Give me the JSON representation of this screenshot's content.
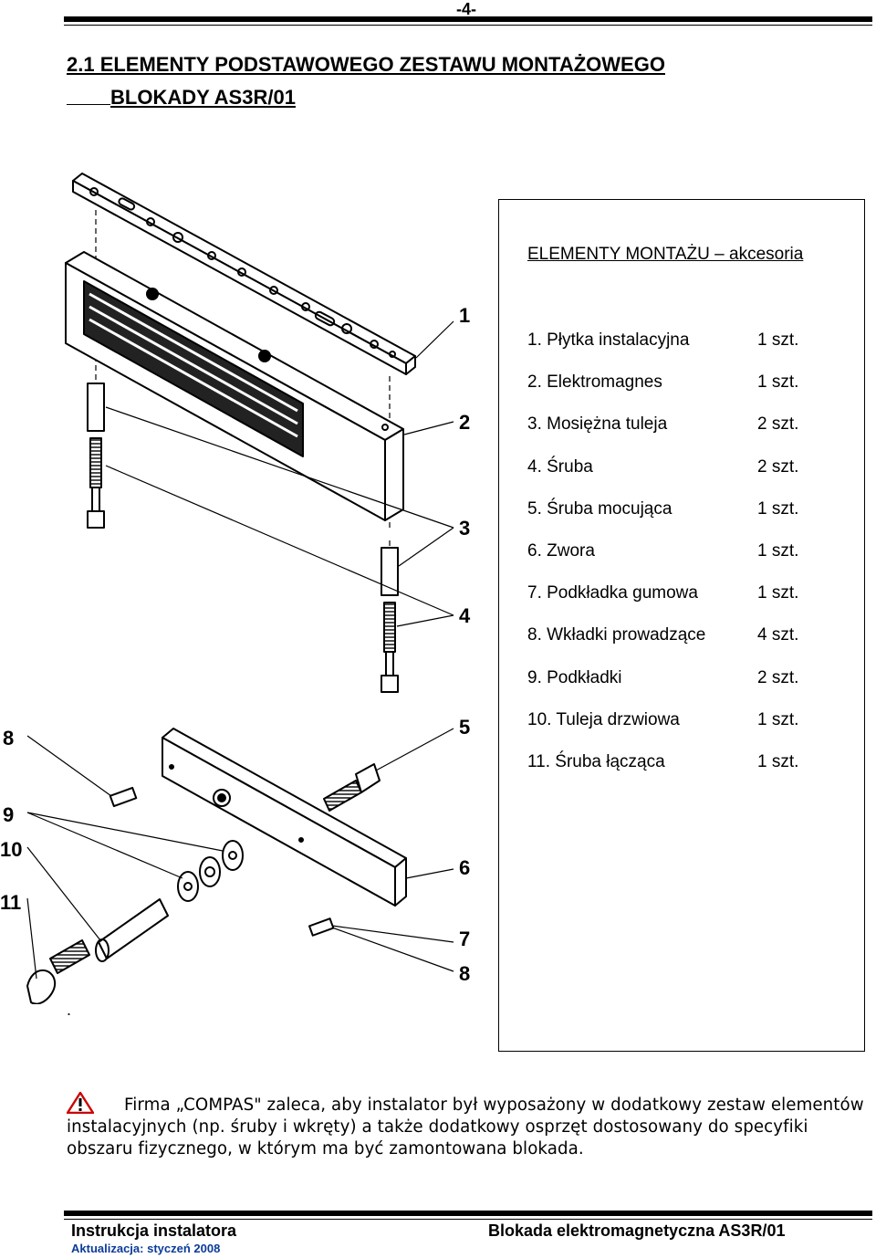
{
  "page": {
    "number": "-4-"
  },
  "heading": {
    "line1": "2.1 ELEMENTY PODSTAWOWEGO ZESTAWU MONTAŻOWEGO",
    "line2": "BLOKADY AS3R/01"
  },
  "diagram": {
    "callouts": [
      "1",
      "2",
      "3",
      "4",
      "5",
      "6",
      "7",
      "8",
      "8",
      "9",
      "10",
      "11"
    ]
  },
  "parts_box": {
    "title": "ELEMENTY MONTAŻU – akcesoria",
    "items": [
      {
        "name": "1. Płytka instalacyjna",
        "qty": "1 szt."
      },
      {
        "name": "2. Elektromagnes",
        "qty": "1 szt."
      },
      {
        "name": "3. Mosiężna tuleja",
        "qty": "2 szt."
      },
      {
        "name": "4. Śruba",
        "qty": "2 szt."
      },
      {
        "name": "5. Śruba mocująca",
        "qty": "1 szt."
      },
      {
        "name": "6. Zwora",
        "qty": "1 szt."
      },
      {
        "name": "7. Podkładka gumowa",
        "qty": "1 szt."
      },
      {
        "name": "8. Wkładki prowadzące",
        "qty": "4 szt."
      },
      {
        "name": "9. Podkładki",
        "qty": "2 szt."
      },
      {
        "name": "10. Tuleja drzwiowa",
        "qty": "1 szt."
      },
      {
        "name": "11. Śruba łącząca",
        "qty": "1 szt."
      }
    ]
  },
  "stray_mark": ".",
  "note": {
    "icon": "warning-icon",
    "text": "Firma „COMPAS\" zaleca, aby instalator był wyposażony w dodatkowy zestaw elementów instalacyjnych (np. śruby i wkręty) a także dodatkowy osprzęt dostosowany do specyfiki obszaru fizycznego, w którym ma być zamontowana blokada."
  },
  "footer": {
    "left": "Instrukcja instalatora",
    "right": "Blokada elektromagnetyczna AS3R/01",
    "updated": "Aktualizacja: styczeń 2008"
  },
  "colors": {
    "text": "#000000",
    "footer_date": "#0b3b9a",
    "warning": "#cc0000"
  }
}
